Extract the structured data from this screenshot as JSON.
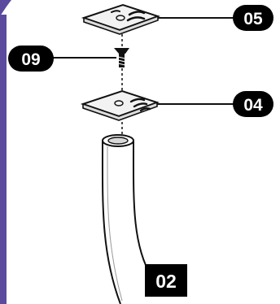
{
  "parts": {
    "top_plate_label": "05",
    "screw_label": "09",
    "mount_plate_label": "04",
    "tube_label": "02"
  },
  "colors": {
    "accent_strip": "#5b4a9e",
    "line": "#111111",
    "fill_plate": "#f2f2f2",
    "callout_bg": "#000000",
    "callout_text": "#ffffff"
  }
}
